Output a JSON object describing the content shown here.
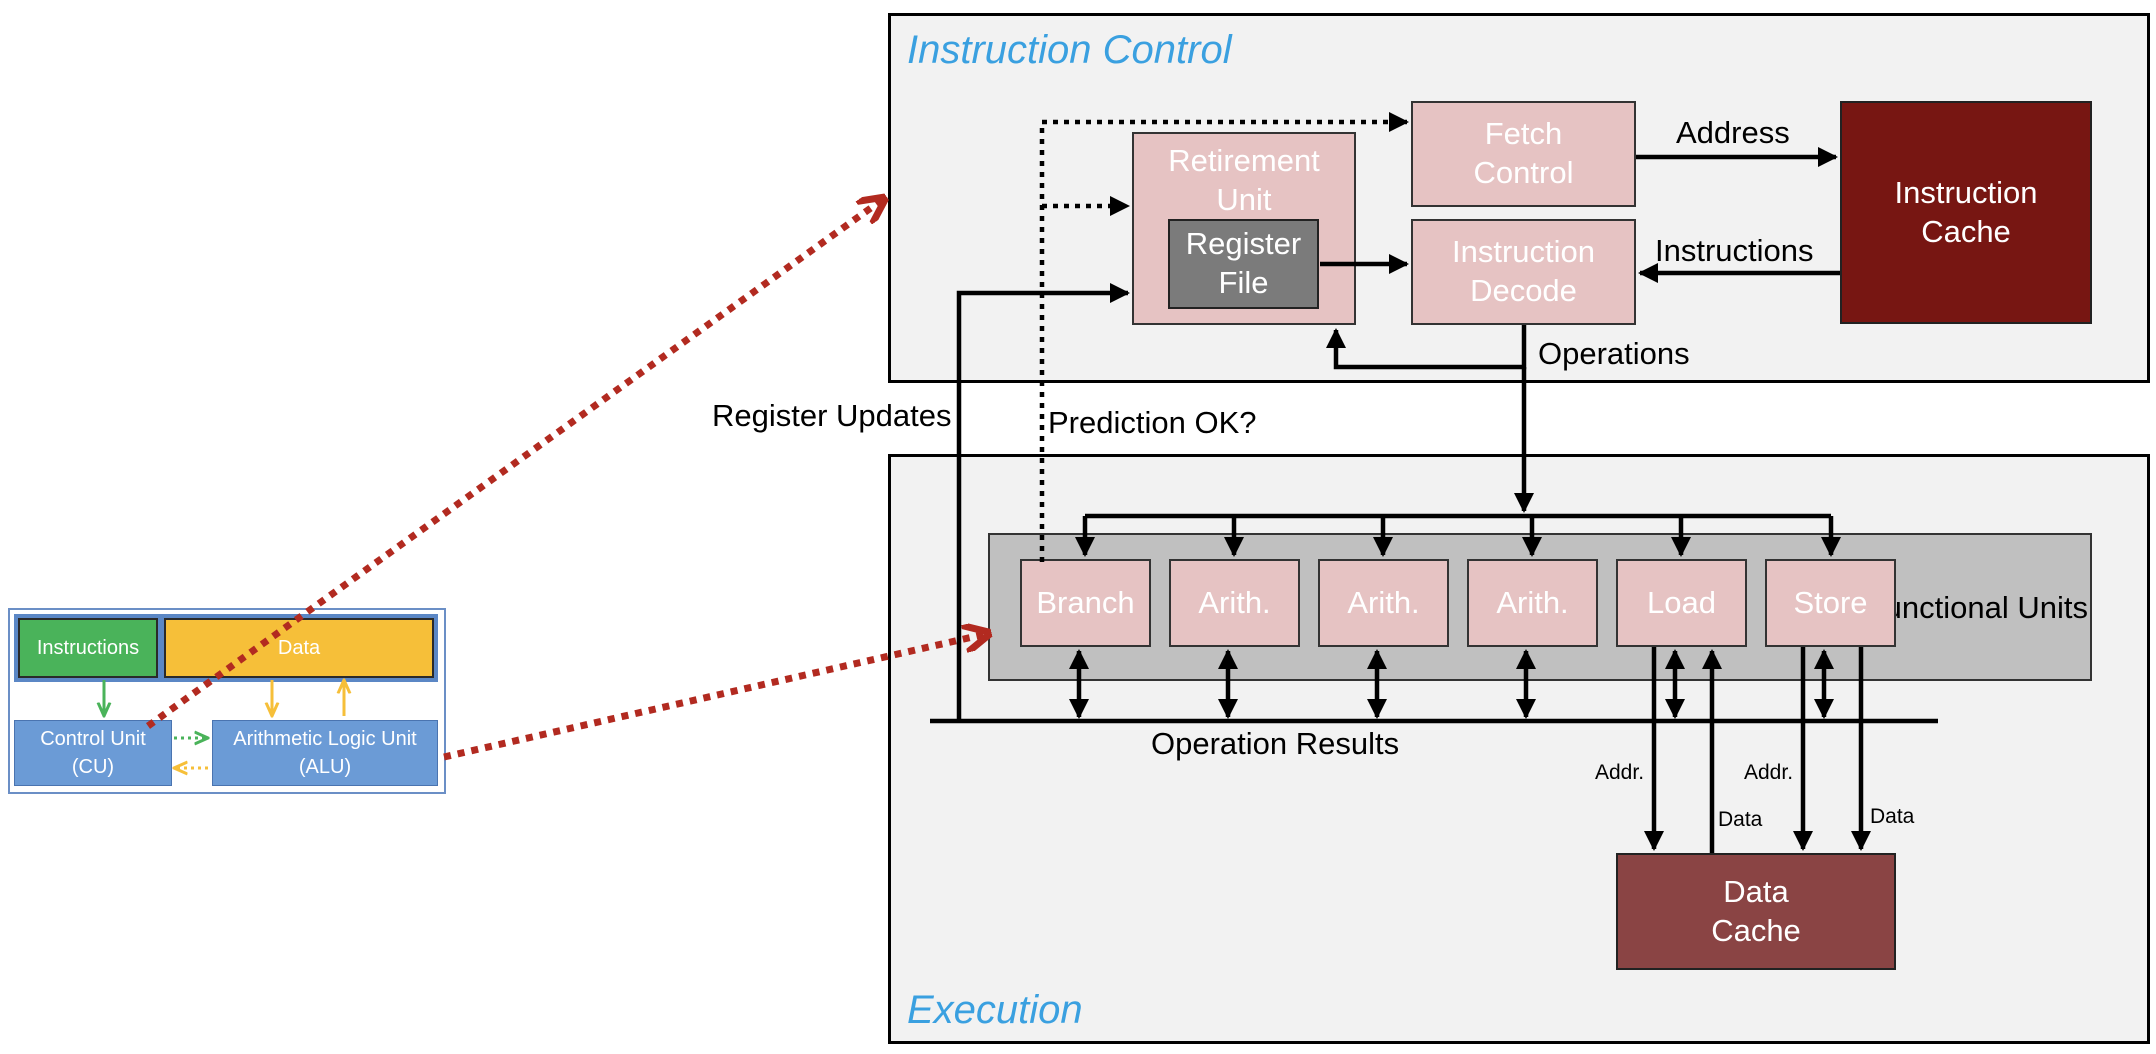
{
  "mini": {
    "instructions": "Instructions",
    "data": "Data",
    "cu": "Control Unit\n(CU)",
    "alu": "Arithmetic Logic Unit\n(ALU)"
  },
  "instruction_control": {
    "title": "Instruction Control",
    "retirement_unit": "Retirement\nUnit",
    "register_file": "Register\nFile",
    "fetch_control": "Fetch\nControl",
    "instruction_decode": "Instruction\nDecode",
    "instruction_cache": "Instruction\nCache",
    "address_label": "Address",
    "instructions_label": "Instructions",
    "operations_label": "Operations"
  },
  "links": {
    "register_updates": "Register Updates",
    "prediction_ok": "Prediction OK?"
  },
  "execution": {
    "title": "Execution",
    "units": [
      "Branch",
      "Arith.",
      "Arith.",
      "Arith.",
      "Load",
      "Store"
    ],
    "functional_units": "Functional\nUnits",
    "operation_results": "Operation Results",
    "data_cache": "Data\nCache",
    "load_addr": "Addr.",
    "load_data": "Data",
    "store_addr": "Addr.",
    "store_data": "Data"
  },
  "colors": {
    "panel_title": "#3aa0e0",
    "unit_fill": "#e6c3c3",
    "instruction_cache": "#771612",
    "data_cache": "#8a4444",
    "register_file": "#7b7b7b",
    "pointer_arrow": "#b22a20"
  }
}
